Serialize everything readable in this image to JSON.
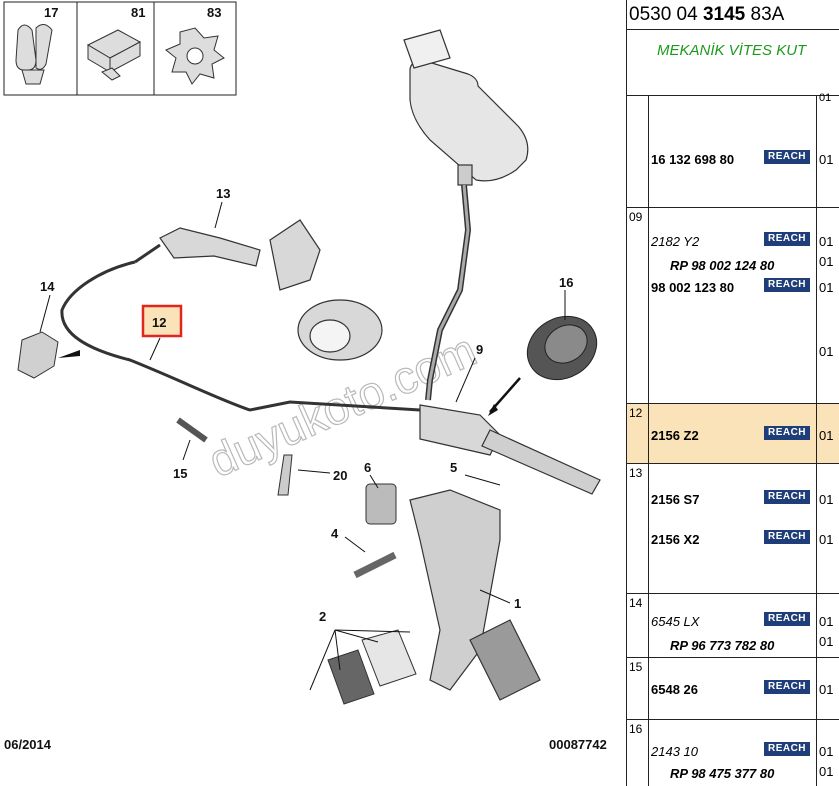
{
  "diagram": {
    "callouts": {
      "n1": "1",
      "n2": "2",
      "n4": "4",
      "n5": "5",
      "n6": "6",
      "n9": "9",
      "n12": "12",
      "n13": "13",
      "n14": "14",
      "n15": "15",
      "n16": "16",
      "n20": "20",
      "n17": "17",
      "n81": "81",
      "n83": "83"
    },
    "date": "06/2014",
    "drawing_no": "00087742",
    "watermark": "duyukoto.com",
    "highlight_color": "#e0261d",
    "highlight_fill": "#fbe3b9"
  },
  "panel": {
    "code": {
      "a": "0530 04 ",
      "b": "3145",
      "c": " 83A"
    },
    "title": "MEKANİK VİTES KUT",
    "reach": "REACH",
    "reach_color": "#1f3d78",
    "rows": [
      {
        "ref": "",
        "items": [
          {
            "text": "16 132 698 80",
            "qty": "01"
          }
        ],
        "top_qty": "01"
      },
      {
        "ref": "09",
        "items": [
          {
            "text": "2182 Y2",
            "qty": "01"
          },
          {
            "text": "RP 98 002 124 80",
            "qty": "01"
          },
          {
            "text": "98 002 123 80",
            "qty": "01"
          },
          {
            "text": "",
            "qty": "01"
          }
        ]
      },
      {
        "ref": "12",
        "items": [
          {
            "text": "2156 Z2",
            "qty": "01"
          }
        ]
      },
      {
        "ref": "13",
        "items": [
          {
            "text": "2156 S7",
            "qty": "01"
          },
          {
            "text": "2156 X2",
            "qty": "01"
          }
        ]
      },
      {
        "ref": "14",
        "items": [
          {
            "text": "6545 LX",
            "qty": "01"
          },
          {
            "text": "RP 96 773 782 80",
            "qty": "01"
          }
        ]
      },
      {
        "ref": "15",
        "items": [
          {
            "text": "6548 26",
            "qty": "01"
          }
        ]
      },
      {
        "ref": "16",
        "items": [
          {
            "text": "2143 10",
            "qty": "01"
          },
          {
            "text": "RP 98 475 377 80",
            "qty": "01"
          }
        ]
      }
    ]
  }
}
